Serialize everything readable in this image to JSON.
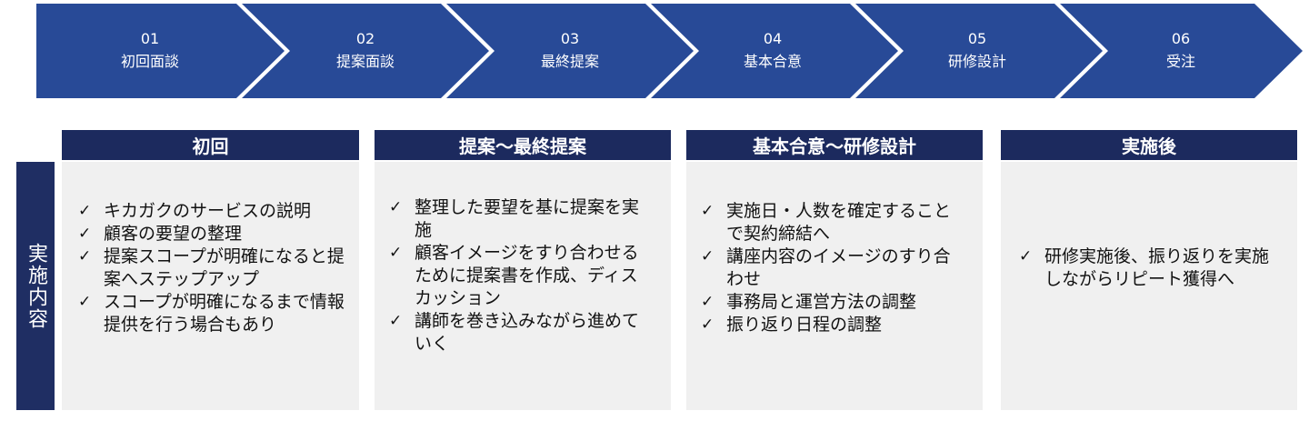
{
  "steps": [
    {
      "num": "01",
      "label": "初回面談"
    },
    {
      "num": "02",
      "label": "提案面談"
    },
    {
      "num": "03",
      "label": "最終提案"
    },
    {
      "num": "04",
      "label": "基本合意"
    },
    {
      "num": "05",
      "label": "研修設計"
    },
    {
      "num": "06",
      "label": "受注"
    }
  ],
  "side_label": "実施内容",
  "check_icon": "✓",
  "colors": {
    "chevron": "#284a97",
    "header": "#1c2a5e",
    "side_label": "#1f2e63",
    "panel": "#f0f0f0"
  },
  "columns": [
    {
      "title": "初回",
      "items": [
        "キカガクのサービスの説明",
        "顧客の要望の整理",
        "提案スコープが明確になると提案へステップアップ",
        "スコープが明確になるまで情報提供を行う場合もあり"
      ]
    },
    {
      "title": "提案〜最終提案",
      "items": [
        "整理した要望を基に提案を実施",
        "顧客イメージをすり合わせるために提案書を作成、ディスカッション",
        "講師を巻き込みながら進めていく"
      ]
    },
    {
      "title": "基本合意〜研修設計",
      "items": [
        "実施日・人数を確定することで契約締結へ",
        "講座内容のイメージのすり合わせ",
        "事務局と運営方法の調整",
        "振り返り日程の調整"
      ]
    },
    {
      "title": "実施後",
      "items": [
        "研修実施後、振り返りを実施しながらリピート獲得へ"
      ]
    }
  ]
}
